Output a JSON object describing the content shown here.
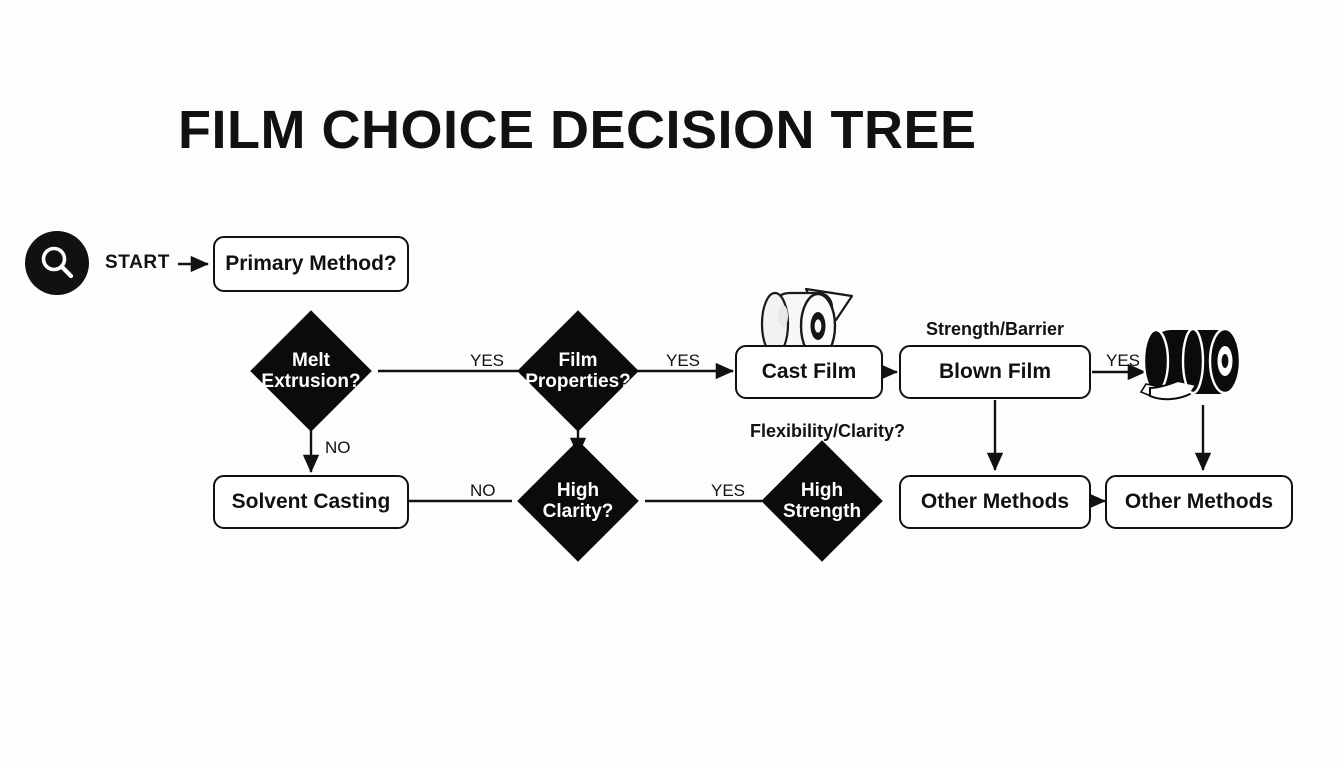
{
  "page": {
    "title": "FILM CHOICE DECISION TREE",
    "background_color": "#fdfdfc",
    "ink_color": "#111111"
  },
  "start": {
    "icon": "search-icon",
    "label": "START"
  },
  "nodes": {
    "primary_method": {
      "label": "Primary Method?",
      "shape": "rounded-rect"
    },
    "melt_extrusion": {
      "label": "Melt\nExtrusion?",
      "shape": "diamond"
    },
    "film_properties": {
      "label": "Film\nProperties?",
      "shape": "diamond"
    },
    "cast_film": {
      "label": "Cast Film",
      "shape": "rounded-rect"
    },
    "blown_film": {
      "label": "Blown Film",
      "shape": "rounded-rect"
    },
    "solvent_casting": {
      "label": "Solvent Casting",
      "shape": "rounded-rect"
    },
    "high_clarity": {
      "label": "High Clarity?",
      "shape": "diamond"
    },
    "high_strength": {
      "label": "High\nStrength",
      "shape": "diamond"
    },
    "other_methods_1": {
      "label": "Other Methods",
      "shape": "rounded-rect"
    },
    "other_methods_2": {
      "label": "Other Methods",
      "shape": "rounded-rect"
    }
  },
  "captions": {
    "strength_barrier": "Strength/Barrier",
    "flexibility_clarity": "Flexibility/Clarity?"
  },
  "edge_labels": {
    "melt_to_film_properties": "YES",
    "film_properties_to_cast": "YES",
    "blown_to_roll": "YES",
    "melt_to_solvent": "NO",
    "solvent_to_clarity": "NO",
    "clarity_to_strength": "YES"
  },
  "icons": {
    "cast_film_roll": "film-roll-icon-light",
    "blown_film_roll": "film-roll-icon-dark"
  },
  "chart_data": {
    "type": "diagram",
    "diagram_type": "decision-tree-flowchart",
    "title": "FILM CHOICE DECISION TREE",
    "nodes": [
      {
        "id": "start",
        "label": "START",
        "shape": "circle-icon"
      },
      {
        "id": "primary_method",
        "label": "Primary Method?",
        "shape": "rounded-rect"
      },
      {
        "id": "melt_extrusion",
        "label": "Melt Extrusion?",
        "shape": "diamond"
      },
      {
        "id": "film_properties",
        "label": "Film Properties?",
        "shape": "diamond"
      },
      {
        "id": "cast_film",
        "label": "Cast Film",
        "shape": "rounded-rect"
      },
      {
        "id": "blown_film",
        "label": "Blown Film",
        "shape": "rounded-rect"
      },
      {
        "id": "solvent_casting",
        "label": "Solvent Casting",
        "shape": "rounded-rect"
      },
      {
        "id": "high_clarity",
        "label": "High Clarity?",
        "shape": "diamond"
      },
      {
        "id": "high_strength",
        "label": "High Strength",
        "shape": "diamond"
      },
      {
        "id": "other_methods_1",
        "label": "Other Methods",
        "shape": "rounded-rect"
      },
      {
        "id": "other_methods_2",
        "label": "Other Methods",
        "shape": "rounded-rect"
      }
    ],
    "edges": [
      {
        "from": "start",
        "to": "primary_method",
        "label": ""
      },
      {
        "from": "melt_extrusion",
        "to": "film_properties",
        "label": "YES"
      },
      {
        "from": "melt_extrusion",
        "to": "solvent_casting",
        "label": "NO"
      },
      {
        "from": "film_properties",
        "to": "cast_film",
        "label": "YES"
      },
      {
        "from": "film_properties",
        "to": "high_clarity",
        "label": ""
      },
      {
        "from": "cast_film",
        "to": "blown_film",
        "label": ""
      },
      {
        "from": "blown_film",
        "to": "blown_film_roll",
        "label": "YES"
      },
      {
        "from": "blown_film",
        "to": "other_methods_1",
        "label": ""
      },
      {
        "from": "blown_film_roll",
        "to": "other_methods_2",
        "label": ""
      },
      {
        "from": "solvent_casting",
        "to": "high_clarity",
        "label": "NO"
      },
      {
        "from": "high_clarity",
        "to": "high_strength",
        "label": "YES"
      },
      {
        "from": "other_methods_1",
        "to": "other_methods_2",
        "label": ""
      }
    ]
  }
}
